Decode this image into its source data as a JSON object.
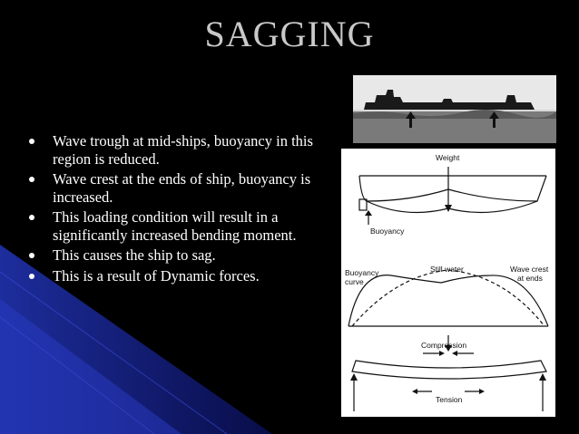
{
  "slide": {
    "title": "SAGGING",
    "bullets": [
      "Wave trough at mid-ships, buoyancy in this region is reduced.",
      "Wave crest at the ends of ship, buoyancy is increased.",
      "This loading condition will result in a significantly increased bending moment.",
      "This causes the ship to sag.",
      "This is a result of Dynamic forces."
    ]
  },
  "diagram": {
    "weight_label": "Weight",
    "buoyancy_label": "Buoyancy",
    "buoyancy_curve_label_line1": "Buoyancy",
    "buoyancy_curve_label_line2": "curve",
    "still_water_label": "Still water",
    "wave_crest_label_line1": "Wave crest",
    "wave_crest_label_line2": "at ends",
    "compression_label": "Compression",
    "tension_label": "Tension"
  },
  "colors": {
    "background": "#000000",
    "accent_blue": "#1e2fa8",
    "title_text": "#c9c9c9",
    "body_text": "#ffffff"
  }
}
